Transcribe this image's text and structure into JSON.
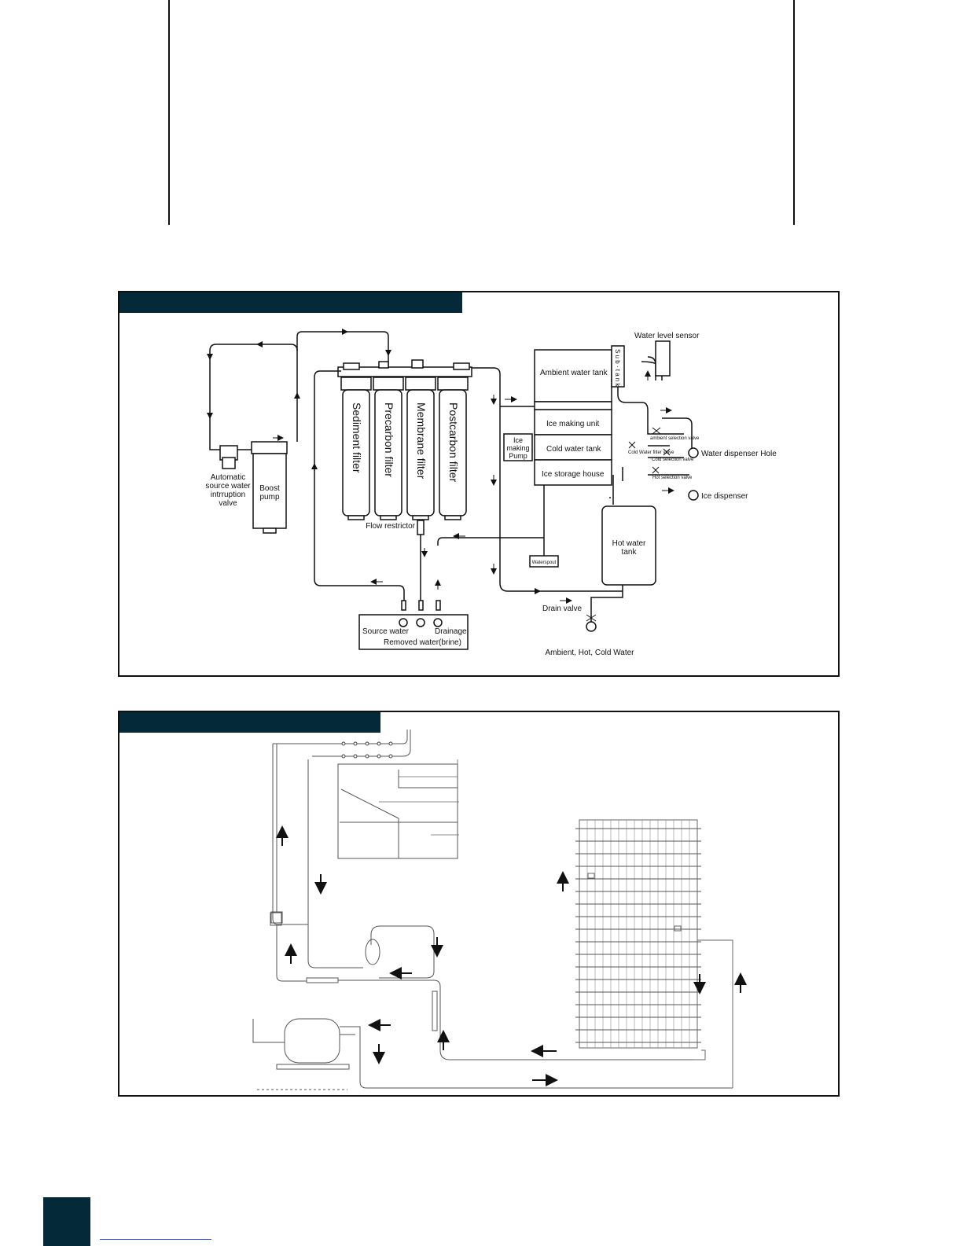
{
  "water_diagram": {
    "labels": {
      "water_level_sensor": "Water level sensor",
      "ambient_water_tank": "Ambient water tank",
      "sub_tank": "S u b · t a n k",
      "ice_making_unit": "Ice making unit",
      "cold_water_tank": "Cold water tank",
      "ice_storage_house": "Ice storage house",
      "ice_making_pump_1": "Ice",
      "ice_making_pump_2": "making",
      "ice_making_pump_3": "Pump",
      "ambient_selection_valve": "ambient selection valve",
      "cold_water_filter_valve": "Cold Water filter valve",
      "cold_selection_valve": "Cold selection valve",
      "hot_selection_valve": "Hot selection valve",
      "water_dispenser_hole": "Water dispenser Hole",
      "ice_dispenser": "Ice dispenser",
      "hot_water_tank_1": "Hot water",
      "hot_water_tank_2": "tank",
      "waterspout": "Waterspout",
      "drain_valve": "Drain valve",
      "ambient_hot_cold": "Ambient, Hot, Cold Water",
      "sediment_filter": "Sediment filter",
      "precarbon_filter": "Precarbon filter",
      "membrane_filter": "Membrane filter",
      "postcarbon_filter": "Postcarbon filter",
      "flow_restrictor": "Flow restrictor",
      "auto_valve_1": "Automatic",
      "auto_valve_2": "source water",
      "auto_valve_3": "intrruption",
      "auto_valve_4": "valve",
      "boost_pump_1": "Boost",
      "boost_pump_2": "pump",
      "source_water": "Source water",
      "drainage": "Drainage",
      "removed_water": "Removed water(brine)"
    }
  },
  "colors": {
    "header_bar": "#042a3a",
    "line": "#111111",
    "link": "#1a3cff"
  }
}
